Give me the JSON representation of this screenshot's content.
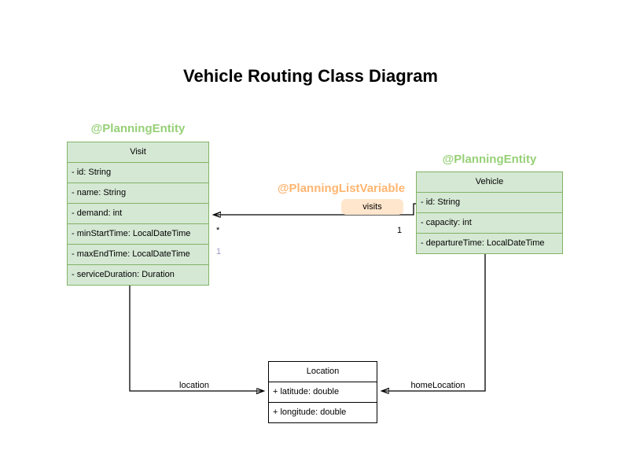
{
  "title": "Vehicle Routing Class Diagram",
  "colors": {
    "entity_fill": "#d5e8d4",
    "entity_stroke": "#82b366",
    "plain_fill": "#ffffff",
    "plain_stroke": "#000000",
    "annotation_green": "#97d077",
    "annotation_orange": "#ffb570",
    "visits_badge_fill": "#ffe6cc",
    "order_marker_color": "#9e97c6",
    "edge_color": "#000000"
  },
  "classes": [
    {
      "stereotype": "@PlanningEntity",
      "name": "Visit",
      "attributes": [
        "- id: String",
        "- name: String",
        "- demand: int",
        "- minStartTime: LocalDateTime",
        "- maxEndTime: LocalDateTime",
        "- serviceDuration: Duration"
      ]
    },
    {
      "stereotype": "@PlanningEntity",
      "name": "Vehicle",
      "attributes": [
        "- id: String",
        "- capacity: int",
        "- departureTime: LocalDateTime"
      ]
    },
    {
      "name": "Location",
      "attributes": [
        "+ latitude: double",
        "+ longitude: double"
      ]
    }
  ],
  "edges": {
    "visits": {
      "annotation": "@PlanningListVariable",
      "label": "visits",
      "multiplicity_at_visit": "*",
      "multiplicity_at_vehicle": "1",
      "order_marker": "1"
    },
    "location": {
      "label": "location"
    },
    "home_location": {
      "label": "homeLocation"
    }
  }
}
